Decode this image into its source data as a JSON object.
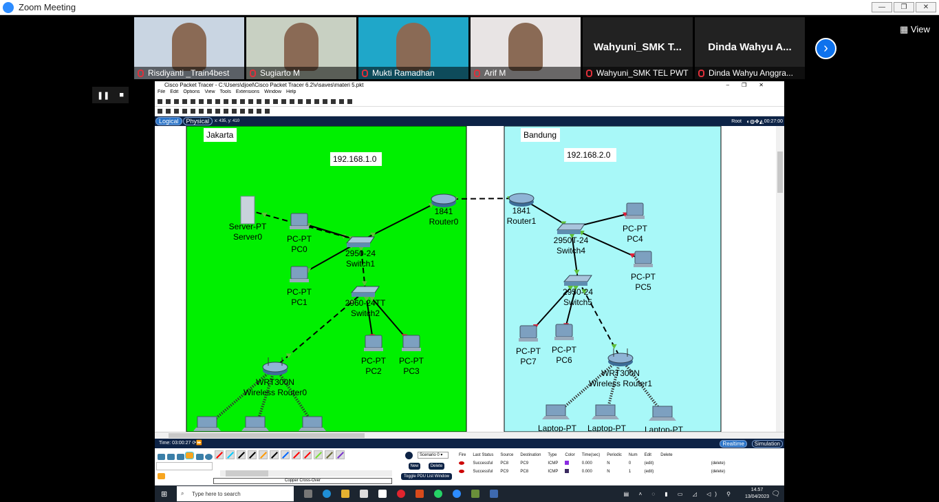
{
  "zoom": {
    "title": "Zoom Meeting",
    "view_label": "View",
    "window_buttons": [
      "minimize",
      "restore",
      "close"
    ],
    "participants": [
      {
        "name": "Risdiyanti _Train4best",
        "video": true,
        "bg": "#c9d5e2"
      },
      {
        "name": "Sugiarto M",
        "video": true,
        "bg": "#c8d0c2"
      },
      {
        "name": "Mukti Ramadhan",
        "video": true,
        "bg": "#1fa7c9"
      },
      {
        "name": "Arif M",
        "video": true,
        "bg": "#e8e4e4"
      },
      {
        "name": "Wahyuni_SMK TEL PWT",
        "display": "Wahyuni_SMK  T...",
        "video": false
      },
      {
        "name": "Dinda Wahyu Anggra...",
        "display": "Dinda  Wahyu  A...",
        "video": false
      }
    ],
    "next_icon": "chevron-right-icon"
  },
  "pt": {
    "title": "Cisco Packet Tracer - C:\\Users\\djoel\\Cisco Packet Tracer 6.2\\v\\saves\\materi 5.pkt",
    "menu": [
      "File",
      "Edit",
      "Options",
      "View",
      "Tools",
      "Extensions",
      "Window",
      "Help"
    ],
    "tabs": {
      "logical": "Logical",
      "physical": "Physical",
      "coords": "x: 435, y: 410"
    },
    "root_label": "Root",
    "clock": "00:27:00",
    "time": "Time: 03:00:27",
    "realtime": "Realtime",
    "simulation": "Simulation",
    "cable_label": "Copper Cross-Over",
    "scenario": "Scenario 0",
    "new": "New",
    "delete": "Delete",
    "toggle": "Toggle PDU List Window",
    "pdu_headers": [
      "Fire",
      "Last Status",
      "Source",
      "Destination",
      "Type",
      "Color",
      "Time(sec)",
      "Periodic",
      "Num",
      "Edit",
      "Delete"
    ],
    "pdu_rows": [
      {
        "status": "Successful",
        "source": "PC8",
        "destination": "PC9",
        "type": "ICMP",
        "color": "#8a2be2",
        "time": "0.000",
        "periodic": "N",
        "num": "0",
        "edit": "(edit)",
        "delete": "(delete)"
      },
      {
        "status": "Successful",
        "source": "PC9",
        "destination": "PC8",
        "type": "ICMP",
        "color": "#3a2a60",
        "time": "0.000",
        "periodic": "N",
        "num": "1",
        "edit": "(edit)",
        "delete": "(delete)"
      }
    ]
  },
  "network": {
    "areas": [
      {
        "label": "Jakarta",
        "network": "192.168.1.0",
        "color": "#00f000"
      },
      {
        "label": "Bandung",
        "network": "192.168.2.0",
        "color": "#a8f8f8"
      }
    ],
    "devices": [
      {
        "model": "Server-PT",
        "name": "Server0",
        "type": "server"
      },
      {
        "model": "PC-PT",
        "name": "PC0",
        "type": "pc"
      },
      {
        "model": "2950-24",
        "name": "Switch1",
        "type": "switch"
      },
      {
        "model": "1841",
        "name": "Router0",
        "type": "router"
      },
      {
        "model": "PC-PT",
        "name": "PC1",
        "type": "pc"
      },
      {
        "model": "2960-24TT",
        "name": "Switch2",
        "type": "switch"
      },
      {
        "model": "PC-PT",
        "name": "PC2",
        "type": "pc"
      },
      {
        "model": "PC-PT",
        "name": "PC3",
        "type": "pc"
      },
      {
        "model": "WRT300N",
        "name": "Wireless Router0",
        "type": "wrouter"
      },
      {
        "model": "1841",
        "name": "Router1",
        "type": "router"
      },
      {
        "model": "2950T-24",
        "name": "Switch4",
        "type": "switch"
      },
      {
        "model": "PC-PT",
        "name": "PC4",
        "type": "pc"
      },
      {
        "model": "PC-PT",
        "name": "PC5",
        "type": "pc"
      },
      {
        "model": "2950-24",
        "name": "Switch5",
        "type": "switch"
      },
      {
        "model": "PC-PT",
        "name": "PC7",
        "type": "pc"
      },
      {
        "model": "PC-PT",
        "name": "PC6",
        "type": "pc"
      },
      {
        "model": "WRT300N",
        "name": "Wireless Router1",
        "type": "wrouter"
      },
      {
        "model": "Laptop-PT",
        "name": "",
        "type": "laptop"
      },
      {
        "model": "Laptop-PT",
        "name": "",
        "type": "laptop"
      },
      {
        "model": "Laptop-PT",
        "name": "",
        "type": "laptop"
      },
      {
        "model": "",
        "name": "",
        "type": "laptop"
      },
      {
        "model": "",
        "name": "",
        "type": "laptop"
      },
      {
        "model": "",
        "name": "",
        "type": "laptop"
      }
    ]
  },
  "taskbar": {
    "search_placeholder": "Type here to search",
    "time": "14.57",
    "date": "13/04/2023"
  }
}
